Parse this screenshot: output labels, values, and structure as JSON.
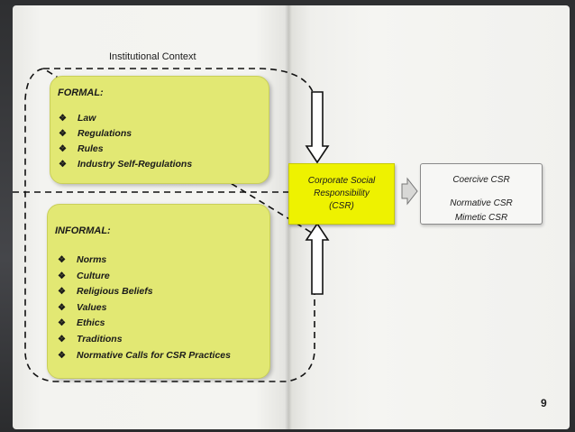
{
  "diagram": {
    "context_title": "Institutional Context",
    "formal": {
      "heading": "FORMAL:",
      "items": [
        "Law",
        "Regulations",
        "Rules",
        "Industry Self-Regulations"
      ]
    },
    "informal": {
      "heading": "INFORMAL:",
      "items": [
        "Norms",
        "Culture",
        "Religious Beliefs",
        "Values",
        "Ethics",
        "Traditions",
        "Normative Calls for CSR Practices"
      ]
    },
    "csr": {
      "line1": "Corporate Social",
      "line2": "Responsibility",
      "line3": "(CSR)"
    },
    "csr_types": [
      "Coercive CSR",
      "Normative CSR",
      "Mimetic CSR"
    ],
    "bullet_glyph": "❖"
  },
  "page_number": "9",
  "colors": {
    "box_fill": "#e2e873",
    "csr_fill": "#eef200",
    "page": "#f1f1ee"
  }
}
